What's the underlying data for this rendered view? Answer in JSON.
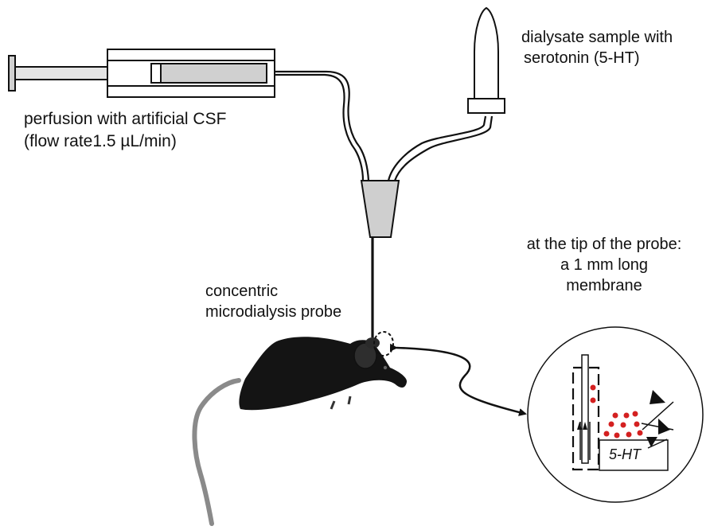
{
  "labels": {
    "perfusion": [
      "perfusion with artificial CSF",
      "(flow rate1.5 µL/min)"
    ],
    "dialysate": [
      "dialysate sample with",
      "serotonin (5-HT)"
    ],
    "probe_tip": [
      "at the tip of the probe:",
      "a 1 mm long",
      "membrane"
    ],
    "probe": [
      "concentric",
      "microdialysis probe"
    ],
    "inset_label": "5-HT"
  },
  "colors": {
    "line": "#111111",
    "fill_gray": "#d0d0d0",
    "mouse": "#141414",
    "tail": "#8a8a8a",
    "serotonin": "#d42020"
  }
}
